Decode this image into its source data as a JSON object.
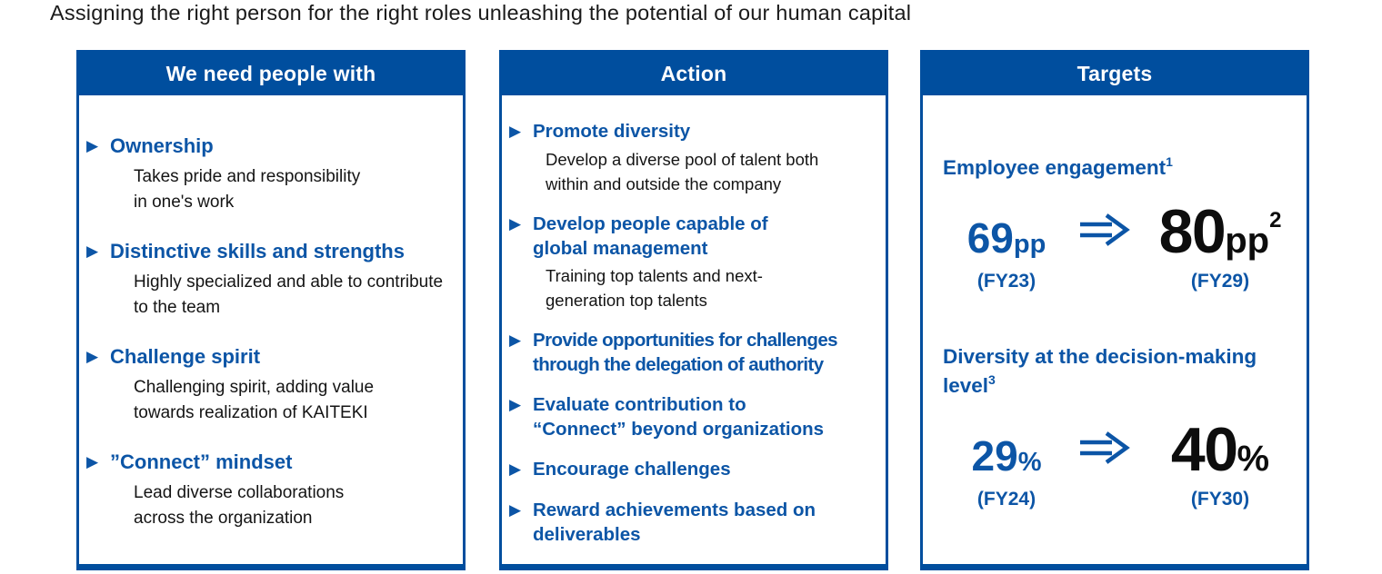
{
  "title": "Assigning the right person for the right roles unleashing the potential of our human capital",
  "colors": {
    "header_bg": "#004E9E",
    "accent_text": "#0C55A6",
    "body_text": "#141414",
    "target_to_value": "#0d0d0d"
  },
  "icons": {
    "bullet": "▶",
    "arrow": "⇒"
  },
  "panels": {
    "need": {
      "header": "We need people with",
      "items": [
        {
          "heading": "Ownership",
          "desc": "Takes pride and responsibility\nin one's work"
        },
        {
          "heading": "Distinctive skills and strengths",
          "desc": "Highly specialized and able to contribute\nto the team"
        },
        {
          "heading": "Challenge spirit",
          "desc": "Challenging spirit, adding value\ntowards realization of KAITEKI"
        },
        {
          "heading": "”Connect” mindset",
          "desc": "Lead diverse collaborations\nacross the organization"
        }
      ]
    },
    "action": {
      "header": "Action",
      "items": [
        {
          "heading": "Promote diversity",
          "desc": "Develop a diverse pool of talent both\nwithin and outside the company"
        },
        {
          "heading": "Develop people capable of\nglobal management",
          "desc": "Training top talents and next-\ngeneration top talents"
        },
        {
          "heading": "Provide opportunities for challenges\nthrough the delegation of authority"
        },
        {
          "heading": "Evaluate contribution to\n“Connect” beyond organizations"
        },
        {
          "heading": "Encourage challenges"
        },
        {
          "heading": "Reward achievements based on\ndeliverables"
        }
      ]
    },
    "targets": {
      "header": "Targets",
      "blocks": [
        {
          "label": "Employee engagement",
          "label_sup": "1",
          "from_value": "69",
          "from_unit": "pp",
          "from_caption": "(FY23)",
          "to_value": "80",
          "to_unit": "pp",
          "to_sup": "2",
          "to_caption": "(FY29)"
        },
        {
          "label": "Diversity at the decision-making level",
          "label_sup": "3",
          "from_value": "29",
          "from_unit": "%",
          "from_caption": "(FY24)",
          "to_value": "40",
          "to_unit": "%",
          "to_sup": "",
          "to_caption": "(FY30)"
        }
      ]
    }
  }
}
